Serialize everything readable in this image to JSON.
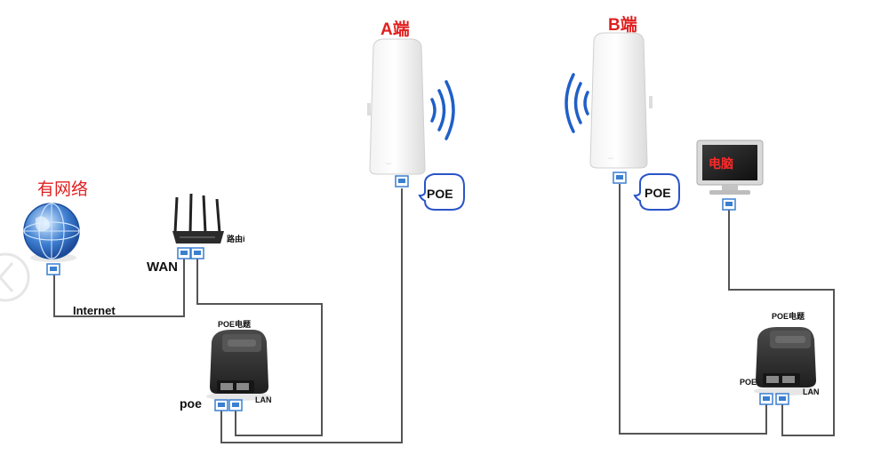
{
  "labels": {
    "end_a": "A端",
    "end_b": "B端",
    "network": "有网络",
    "wan": "WAN",
    "router": "路由i",
    "internet": "Internet",
    "poe_supply_left": "POE电题",
    "poe_left": "poe",
    "lan_left": "LAN",
    "poe_bubble_a": "POE",
    "poe_bubble_b": "POE",
    "poe_supply_right": "POE电题",
    "poe_right": "POE",
    "lan_right": "LAN",
    "pc": "电脑"
  },
  "colors": {
    "accent_red": "#e02020",
    "wire": "#555555",
    "port_blue": "#3a7fd0",
    "bubble_border": "#2a55c8"
  },
  "icons": [
    "globe-icon",
    "router-icon",
    "cpe-a-icon",
    "cpe-b-icon",
    "poe-injector-icon",
    "monitor-icon",
    "wifi-waves-icon"
  ]
}
